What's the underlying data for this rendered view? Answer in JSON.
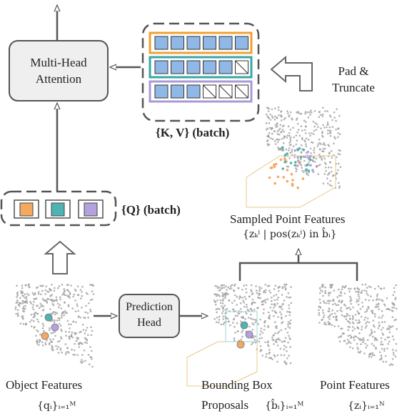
{
  "colors": {
    "row1_border": "#f0a030",
    "row2_border": "#3aa6a6",
    "row3_border": "#a99ad6",
    "cell_fill": "#8fb8e6",
    "q1_fill": "#f5a860",
    "q2_fill": "#4fb3b3",
    "q3_fill": "#b3a2de",
    "box_fill": "#efefef",
    "point_gray": "#9a9a9a"
  },
  "attention": {
    "line1": "Multi-Head",
    "line2": "Attention"
  },
  "kv": {
    "label": "{K, V} (batch)",
    "rows": [
      {
        "filled": 6,
        "empty": 0
      },
      {
        "filled": 5,
        "empty": 1
      },
      {
        "filled": 3,
        "empty": 3
      }
    ]
  },
  "pad": {
    "line1": "Pad &",
    "line2": "Truncate"
  },
  "q": {
    "label": "{Q} (batch)"
  },
  "sampled": {
    "title": "Sampled Point Features",
    "formula": "{zₖⁱ | pos(zₖⁱ) in b̂ᵢ}"
  },
  "prediction": {
    "line1": "Prediction",
    "line2": "Head"
  },
  "object": {
    "label": "Object Features",
    "formula": "{qᵢ}ᵢ₌₁ᴹ"
  },
  "bbox": {
    "line1": "Bounding Box",
    "line2": "Proposals",
    "formula": "{b̂ᵢ}ᵢ₌₁ᴹ"
  },
  "points": {
    "label": "Point Features",
    "formula": "{zᵢ}ᵢ₌₁ᴺ"
  }
}
